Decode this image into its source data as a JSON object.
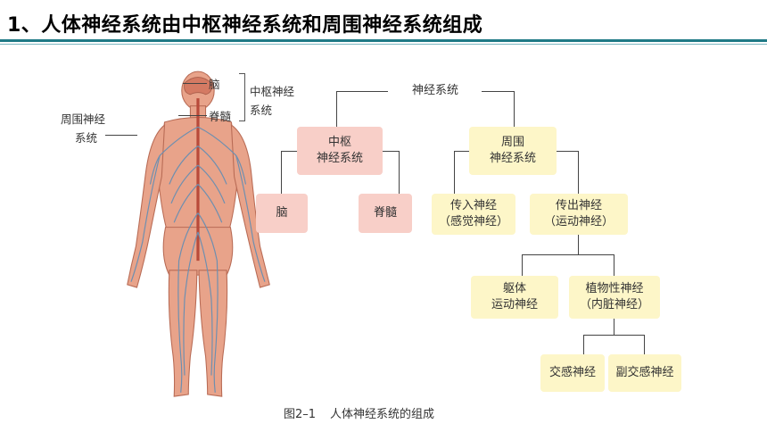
{
  "title": "1、人体神经系统由中枢神经系统和周围神经系统组成",
  "figure": {
    "labels": {
      "brain": "脑",
      "spinal_cord": "脊髓",
      "cns_line1": "中枢神经",
      "cns_line2": "系统",
      "pns_line1": "周围神经",
      "pns_line2": "系统"
    },
    "tree": {
      "root": "神经系统",
      "cns": [
        "中枢",
        "神经系统"
      ],
      "pns": [
        "周围",
        "神经系统"
      ],
      "brain": "脑",
      "spinal_cord": "脊髓",
      "afferent": [
        "传入神经",
        "（感觉神经）"
      ],
      "efferent": [
        "传出神经",
        "（运动神经）"
      ],
      "somatic": [
        "躯体",
        "运动神经"
      ],
      "autonomic": [
        "植物性神经",
        "（内脏神经）"
      ],
      "sympathetic": "交感神经",
      "parasympathetic": "副交感神经"
    },
    "caption_num": "图2–1",
    "caption_text": "人体神经系统的组成",
    "colors": {
      "cns_box": "#f8cfc8",
      "pns_box": "#fdf6c8",
      "body": "#e39a80",
      "nerves": "#6d8fb0"
    }
  }
}
